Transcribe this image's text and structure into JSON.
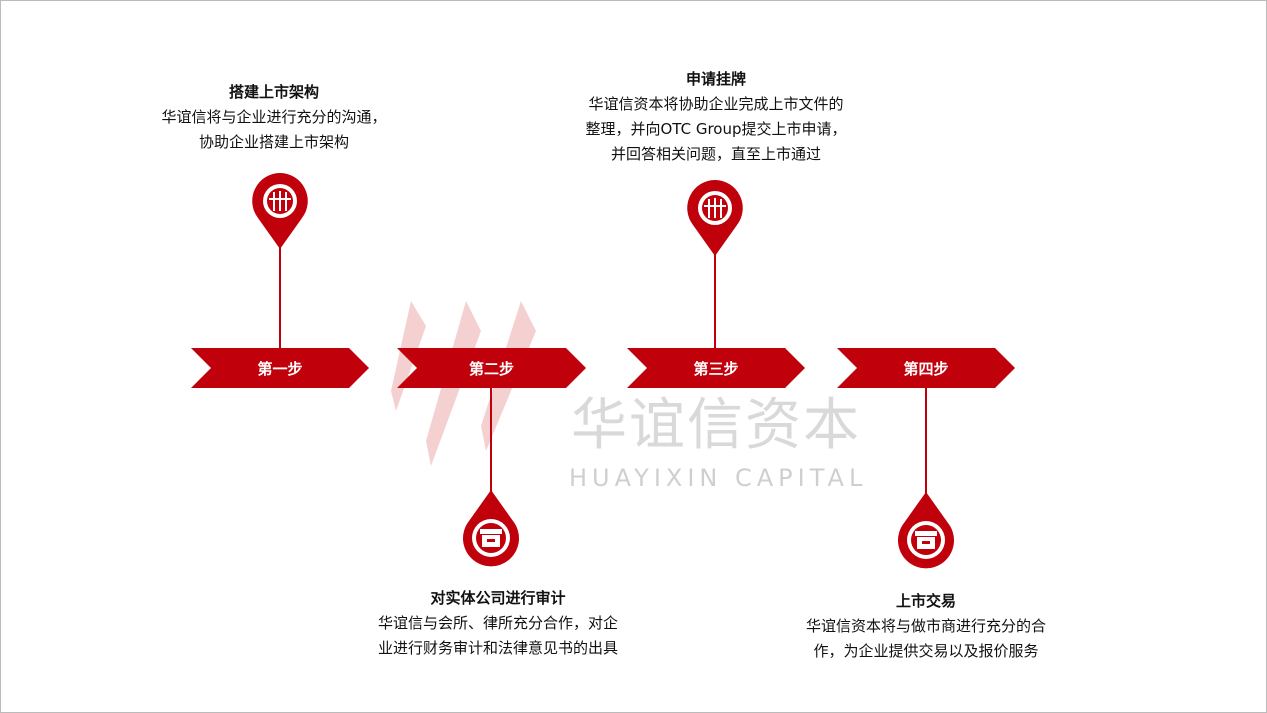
{
  "colors": {
    "accent": "#c0000a",
    "watermark": "#d9d9d9"
  },
  "watermark": {
    "cn": "华谊信资本",
    "en": "HUAYIXIN CAPITAL"
  },
  "steps": [
    {
      "label": "第一步",
      "title": "搭建上市架构",
      "lines": [
        "华谊信将与企业进行充分的沟通，",
        "协助企业搭建上市架构"
      ],
      "icon": "ball-icon"
    },
    {
      "label": "第二步",
      "title": "对实体公司进行审计",
      "lines": [
        "华谊信与会所、律所充分合作，对企",
        "业进行财务审计和法律意见书的出具"
      ],
      "icon": "box-icon"
    },
    {
      "label": "第三步",
      "title": "申请挂牌",
      "lines": [
        "华谊信资本将协助企业完成上市文件的",
        "整理，并向OTC Group提交上市申请，",
        "并回答相关问题，直至上市通过"
      ],
      "icon": "ball-icon"
    },
    {
      "label": "第四步",
      "title": "上市交易",
      "lines": [
        "华谊信资本将与做市商进行充分的合",
        "作，为企业提供交易以及报价服务"
      ],
      "icon": "box-icon"
    }
  ]
}
